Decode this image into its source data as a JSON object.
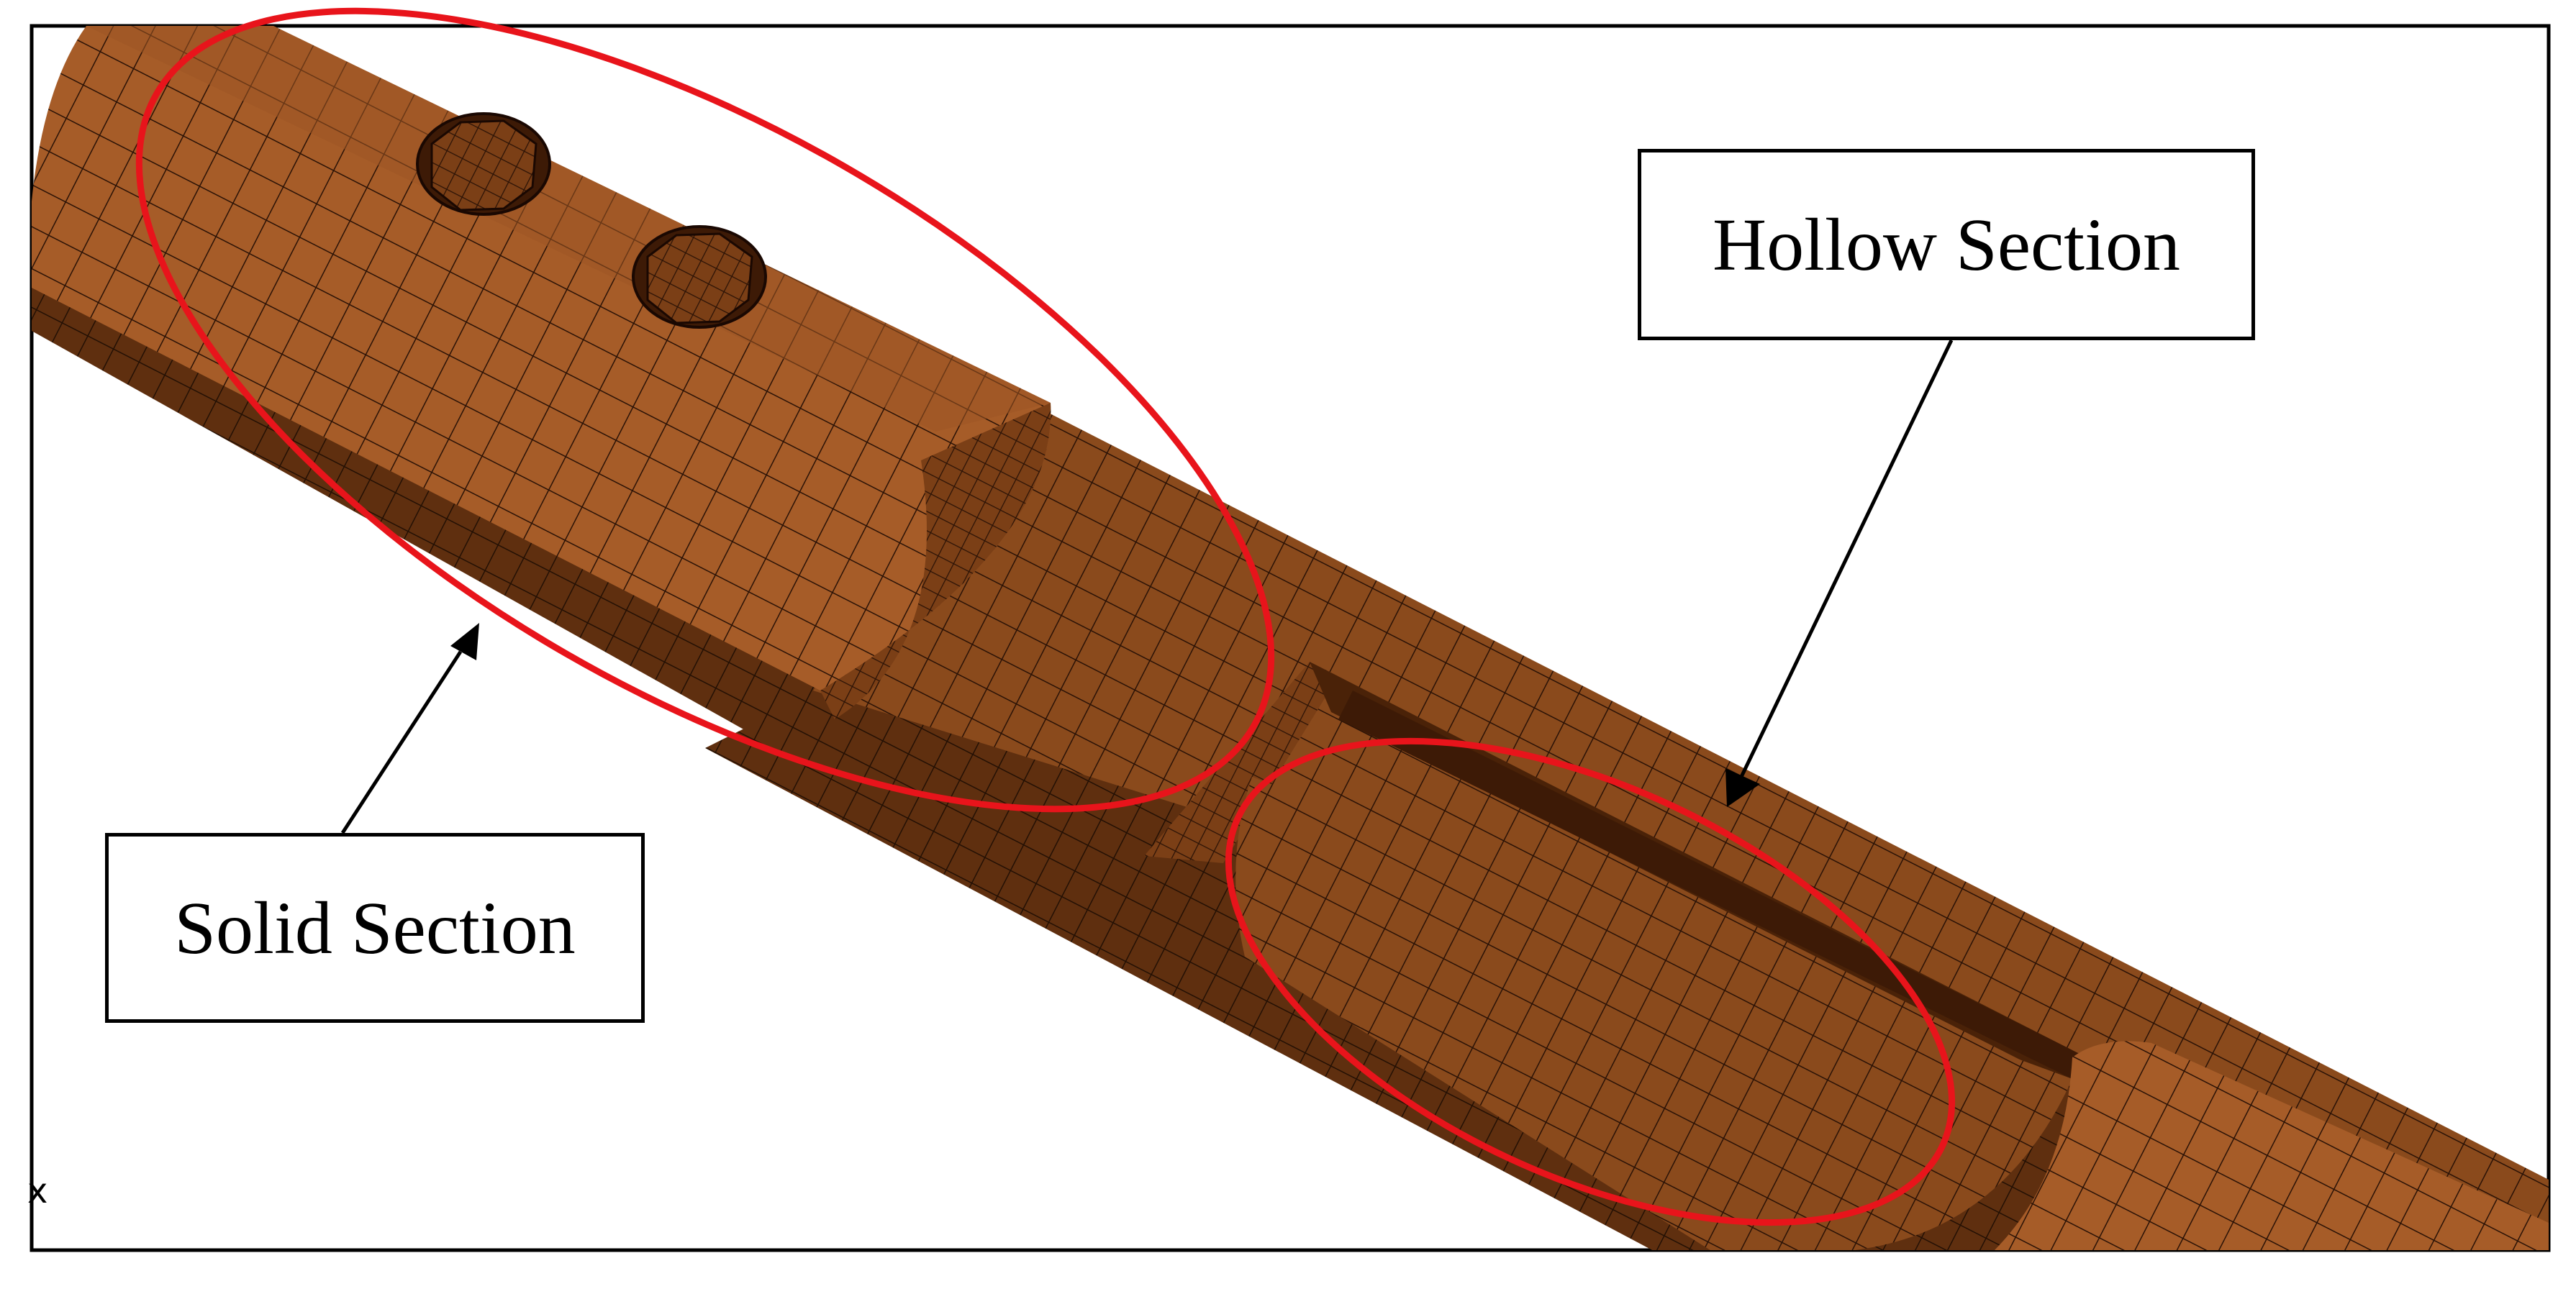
{
  "labels": {
    "hollow": "Hollow Section",
    "solid": "Solid Section"
  },
  "axis_triad_text": "x",
  "colors": {
    "mesh_fill": "#8a4a1c",
    "mesh_dark": "#5a2c0c",
    "mesh_light": "#b0652e",
    "mesh_lines": "#2a1206",
    "highlight_ellipse": "#e8141b",
    "frame": "#000000",
    "arrow": "#000000"
  }
}
